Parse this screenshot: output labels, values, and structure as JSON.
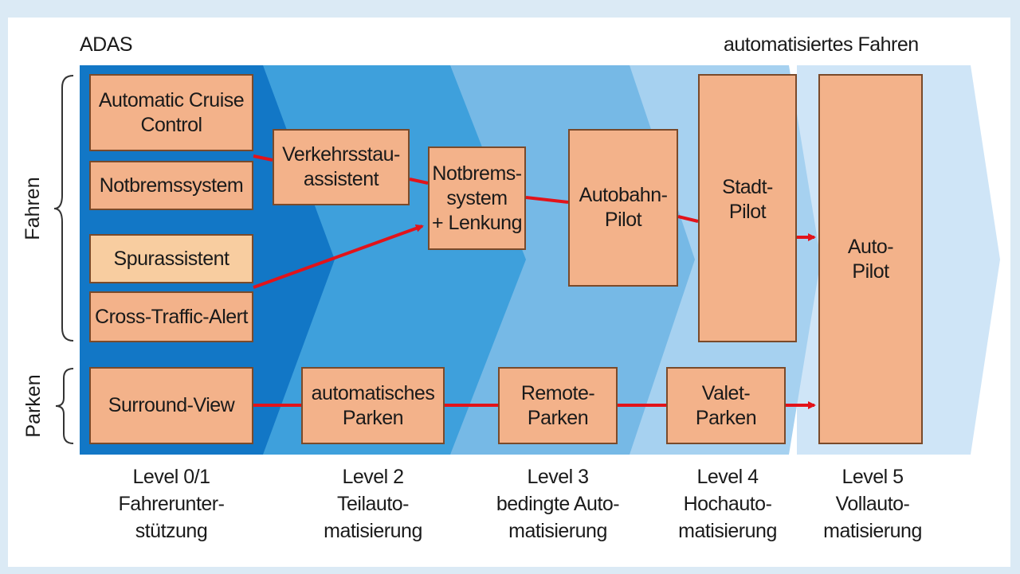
{
  "header": {
    "left": "ADAS",
    "right": "automatisiertes Fahren"
  },
  "side_labels": {
    "driving": "Fahren",
    "parking": "Parken"
  },
  "boxes": {
    "acc": "Automatic Cruise\nControl",
    "notbrems": "Notbremssystem",
    "spur": "Spurassistent",
    "cta": "Cross-Traffic-Alert",
    "surround": "Surround-View",
    "stau": "Verkehrsstau-\nassistent",
    "notlenk": "Notbrems-\nsystem\n+ Lenkung",
    "autobahn": "Autobahn-\nPilot",
    "stadt": "Stadt-\nPilot",
    "auto": "Auto-\nPilot",
    "autopark": "automatisches\nParken",
    "remote": "Remote-\nParken",
    "valet": "Valet-\nParken"
  },
  "levels": [
    "Level 0/1\nFahrerunter-\nstützung",
    "Level 2\nTeilauto-\nmatisierung",
    "Level 3\nbedingte Auto-\nmatisierung",
    "Level 4\nHochauto-\nmatisierung",
    "Level 5\nVollauto-\nmatisierung"
  ],
  "colors": {
    "band0": "#1277c6",
    "band1": "#3ea0dc",
    "band2": "#76b9e6",
    "band3": "#a6d1f0",
    "band4": "#cfe5f7",
    "box": "#f3b28a",
    "box_light": "#f8cda0",
    "arrow": "#e2131a"
  }
}
